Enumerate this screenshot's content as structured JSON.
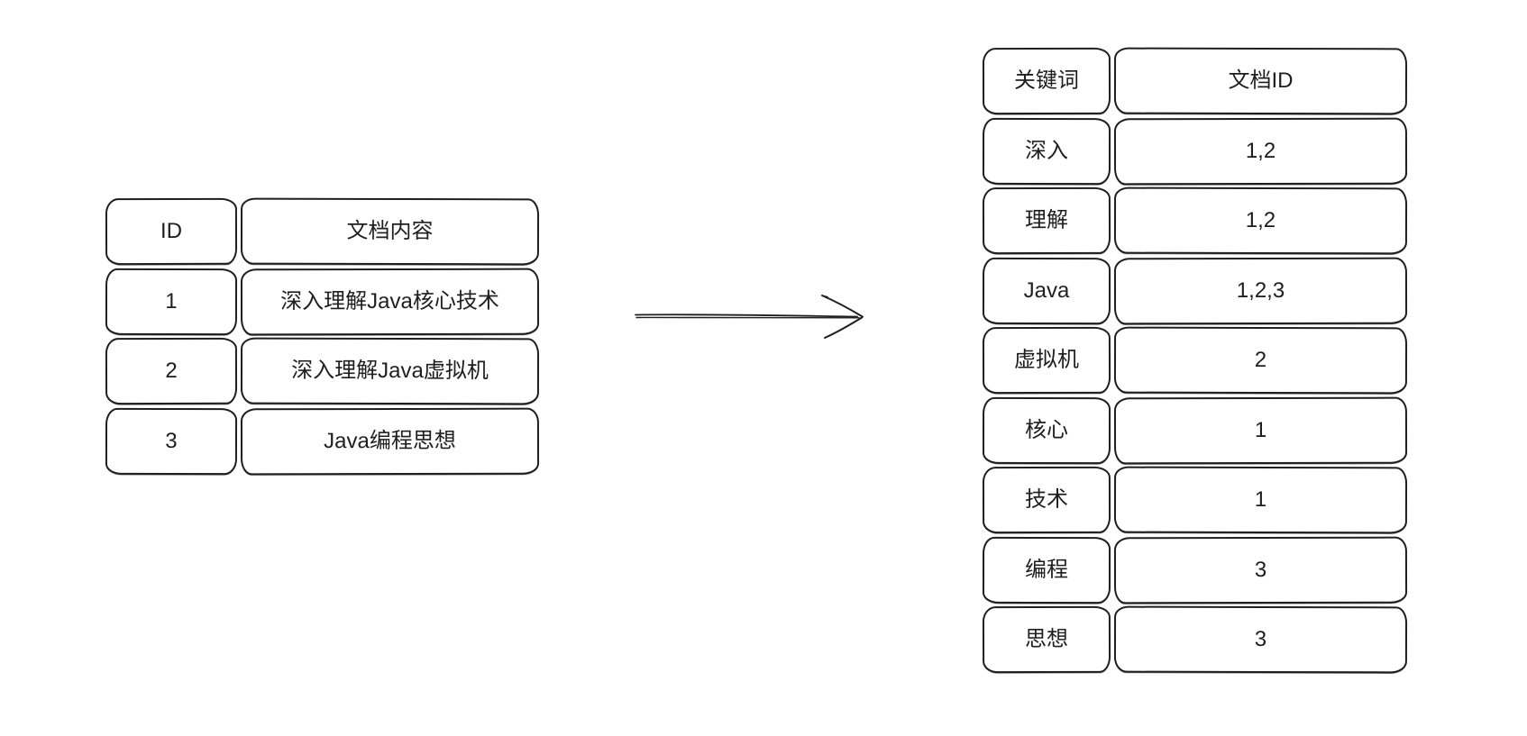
{
  "diagram": {
    "background": "#ffffff",
    "ink_color": "#1e1e1e",
    "description": "documents table transformed into inverted index table"
  },
  "docs_table": {
    "headers": {
      "id": "ID",
      "content": "文档内容"
    },
    "rows": [
      {
        "id": "1",
        "content": "深入理解Java核心技术"
      },
      {
        "id": "2",
        "content": "深入理解Java虚拟机"
      },
      {
        "id": "3",
        "content": "Java编程思想"
      }
    ]
  },
  "arrow": {
    "direction": "right"
  },
  "index_table": {
    "headers": {
      "keyword": "关键词",
      "doc_ids": "文档ID"
    },
    "rows": [
      {
        "keyword": "深入",
        "doc_ids": "1,2"
      },
      {
        "keyword": "理解",
        "doc_ids": "1,2"
      },
      {
        "keyword": "Java",
        "doc_ids": "1,2,3"
      },
      {
        "keyword": "虚拟机",
        "doc_ids": "2"
      },
      {
        "keyword": "核心",
        "doc_ids": "1"
      },
      {
        "keyword": "技术",
        "doc_ids": "1"
      },
      {
        "keyword": "编程",
        "doc_ids": "3"
      },
      {
        "keyword": "思想",
        "doc_ids": "3"
      }
    ]
  }
}
